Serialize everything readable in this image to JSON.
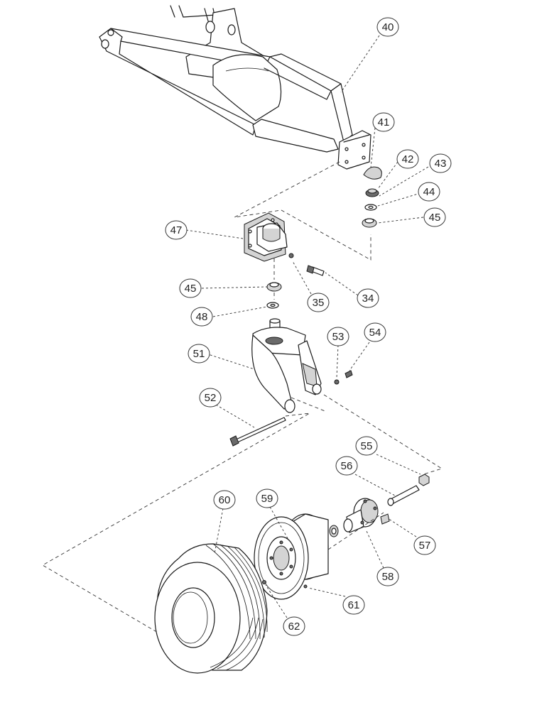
{
  "callouts": [
    {
      "id": "c40",
      "label": "40"
    },
    {
      "id": "c41",
      "label": "41"
    },
    {
      "id": "c42",
      "label": "42"
    },
    {
      "id": "c43",
      "label": "43"
    },
    {
      "id": "c44",
      "label": "44"
    },
    {
      "id": "c45a",
      "label": "45"
    },
    {
      "id": "c47",
      "label": "47"
    },
    {
      "id": "c45b",
      "label": "45"
    },
    {
      "id": "c48",
      "label": "48"
    },
    {
      "id": "c35",
      "label": "35"
    },
    {
      "id": "c34",
      "label": "34"
    },
    {
      "id": "c51",
      "label": "51"
    },
    {
      "id": "c53",
      "label": "53"
    },
    {
      "id": "c54",
      "label": "54"
    },
    {
      "id": "c52",
      "label": "52"
    },
    {
      "id": "c55",
      "label": "55"
    },
    {
      "id": "c56",
      "label": "56"
    },
    {
      "id": "c57",
      "label": "57"
    },
    {
      "id": "c58",
      "label": "58"
    },
    {
      "id": "c59",
      "label": "59"
    },
    {
      "id": "c60",
      "label": "60"
    },
    {
      "id": "c61",
      "label": "61"
    },
    {
      "id": "c62",
      "label": "62"
    }
  ]
}
